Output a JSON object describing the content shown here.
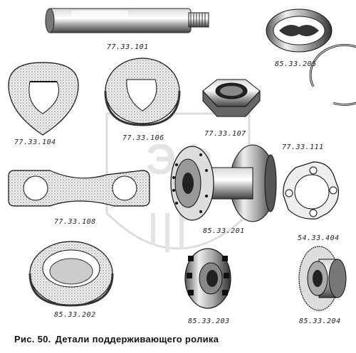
{
  "caption": {
    "fig": "Рис. 50.",
    "title": "Детали поддерживающего ролика"
  },
  "parts": {
    "shaft": "77.33.101",
    "cap_seal": "85.33.205",
    "washer_d": "77.33.104",
    "washer_thick": "77.33.106",
    "nut": "77.33.107",
    "snap_ring": "77.33.111",
    "lever": "77.33.108",
    "roller": "85.33.201",
    "gasket": "54.33.404",
    "seal_ring": "85.33.202",
    "hub_flange": "85.33.203",
    "hub_cup": "85.33.204"
  },
  "watermark": {
    "brand": "ЭФ"
  }
}
